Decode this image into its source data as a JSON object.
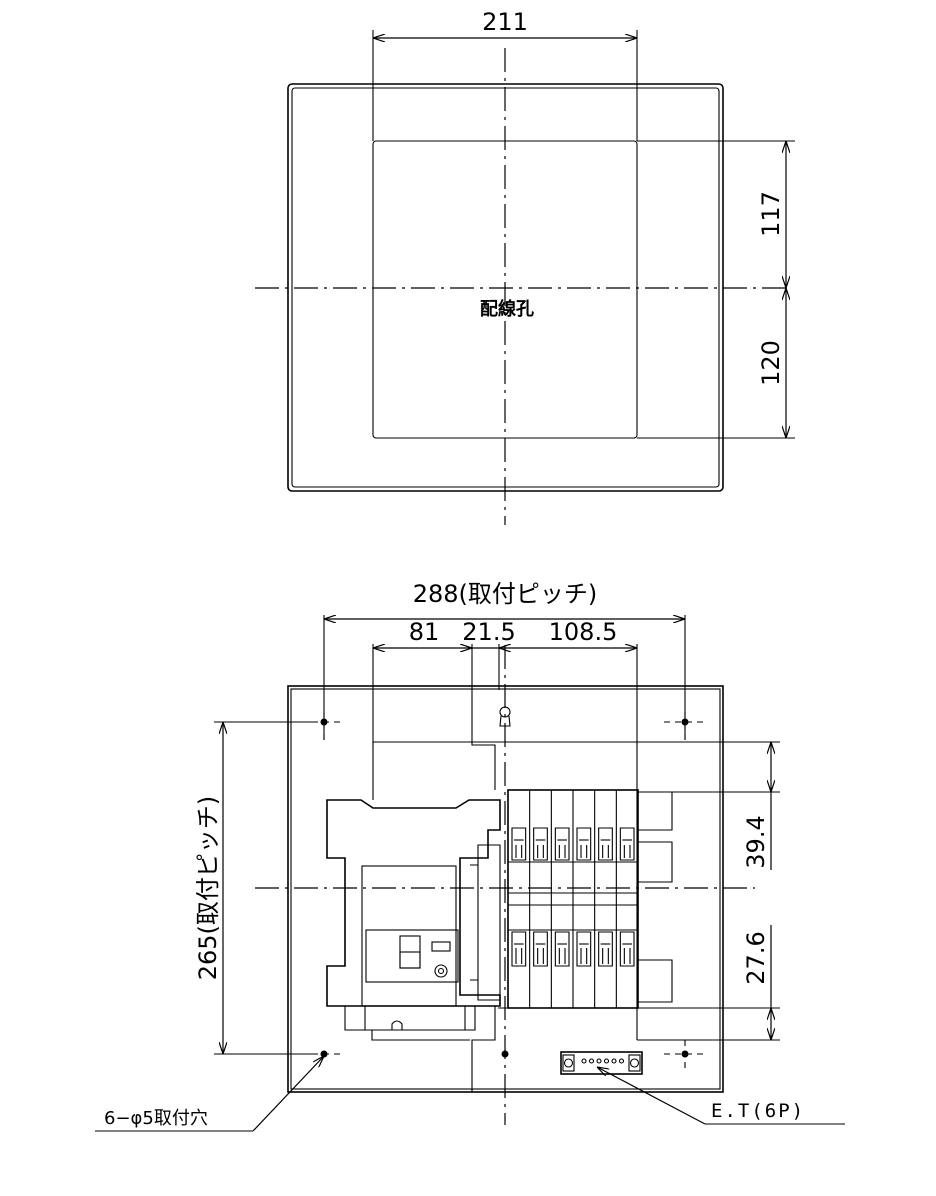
{
  "top_view": {
    "width_dim": "211",
    "height_upper_dim": "117",
    "height_lower_dim": "120",
    "hole_label": "配線孔"
  },
  "front_view": {
    "pitch_h_dim": "288(取付ピッチ)",
    "seg_1_dim": "81",
    "seg_2_dim": "21.5",
    "seg_3_dim": "108.5",
    "pitch_v_dim": "265(取付ピッチ)",
    "row_dim_1": "39.4",
    "row_dim_2": "27.6",
    "mount_hole_label": "6−φ5取付穴",
    "terminal_label": "E.T(6P)"
  }
}
